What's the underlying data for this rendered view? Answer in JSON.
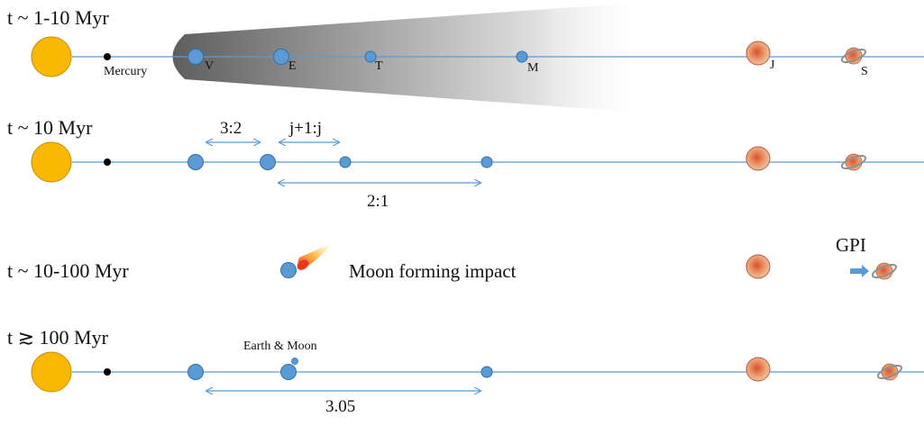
{
  "rows": [
    {
      "time": "t ~ 1-10 Myr",
      "labels": {
        "mercury": "Mercury",
        "venus": "V",
        "earth": "E",
        "theia": "T",
        "mars": "M",
        "jupiter": "J",
        "saturn": "S"
      }
    },
    {
      "time": "t ~ 10 Myr",
      "resonances": {
        "ve": "3:2",
        "et": "j+1:j",
        "em": "2:1"
      }
    },
    {
      "time": "t ~ 10-100 Myr",
      "event": "Moon forming impact",
      "gpi": "GPI"
    },
    {
      "time": "t ≳ 100 Myr",
      "earth_moon": "Earth & Moon",
      "vm_ratio": "3.05"
    }
  ],
  "colors": {
    "sun": "#fbb800",
    "sun_stroke": "#c8900a",
    "orbit_line": "#5b9bd5",
    "planet": "#5b9bd5",
    "planet_stroke": "#2f6fa8",
    "jupiter": "#e0825a",
    "saturn": "#e4966a",
    "arrow": "#5b9bd5"
  },
  "icons": {
    "comet": "comet-icon",
    "gpi_arrow": "arrow-right-icon"
  }
}
